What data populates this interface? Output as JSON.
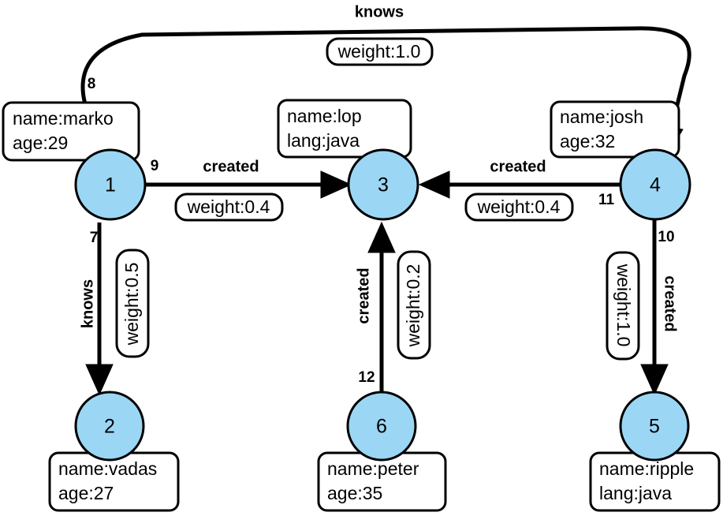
{
  "diagram": {
    "title": "knows",
    "vertex_fill": "#9BD7F5",
    "vertex_stroke": "#000000",
    "edge_color": "#000000",
    "background": "#ffffff"
  },
  "vertices": [
    {
      "id": "1",
      "props_line1": "name:marko",
      "props_line2": "age:29"
    },
    {
      "id": "2",
      "props_line1": "name:vadas",
      "props_line2": "age:27"
    },
    {
      "id": "3",
      "props_line1": "name:lop",
      "props_line2": "lang:java"
    },
    {
      "id": "4",
      "props_line1": "name:josh",
      "props_line2": "age:32"
    },
    {
      "id": "5",
      "props_line1": "name:ripple",
      "props_line2": "lang:java"
    },
    {
      "id": "6",
      "props_line1": "name:peter",
      "props_line2": "age:35"
    }
  ],
  "edges": [
    {
      "id": "7",
      "label": "knows",
      "weight": "weight:0.5",
      "from": "1",
      "to": "2"
    },
    {
      "id": "8",
      "label": "knows",
      "weight": "weight:1.0",
      "from": "1",
      "to": "4"
    },
    {
      "id": "9",
      "label": "created",
      "weight": "weight:0.4",
      "from": "1",
      "to": "3"
    },
    {
      "id": "10",
      "label": "created",
      "weight": "weight:1.0",
      "from": "4",
      "to": "5"
    },
    {
      "id": "11",
      "label": "created",
      "weight": "weight:0.4",
      "from": "4",
      "to": "3"
    },
    {
      "id": "12",
      "label": "created",
      "weight": "weight:0.2",
      "from": "6",
      "to": "3"
    }
  ]
}
